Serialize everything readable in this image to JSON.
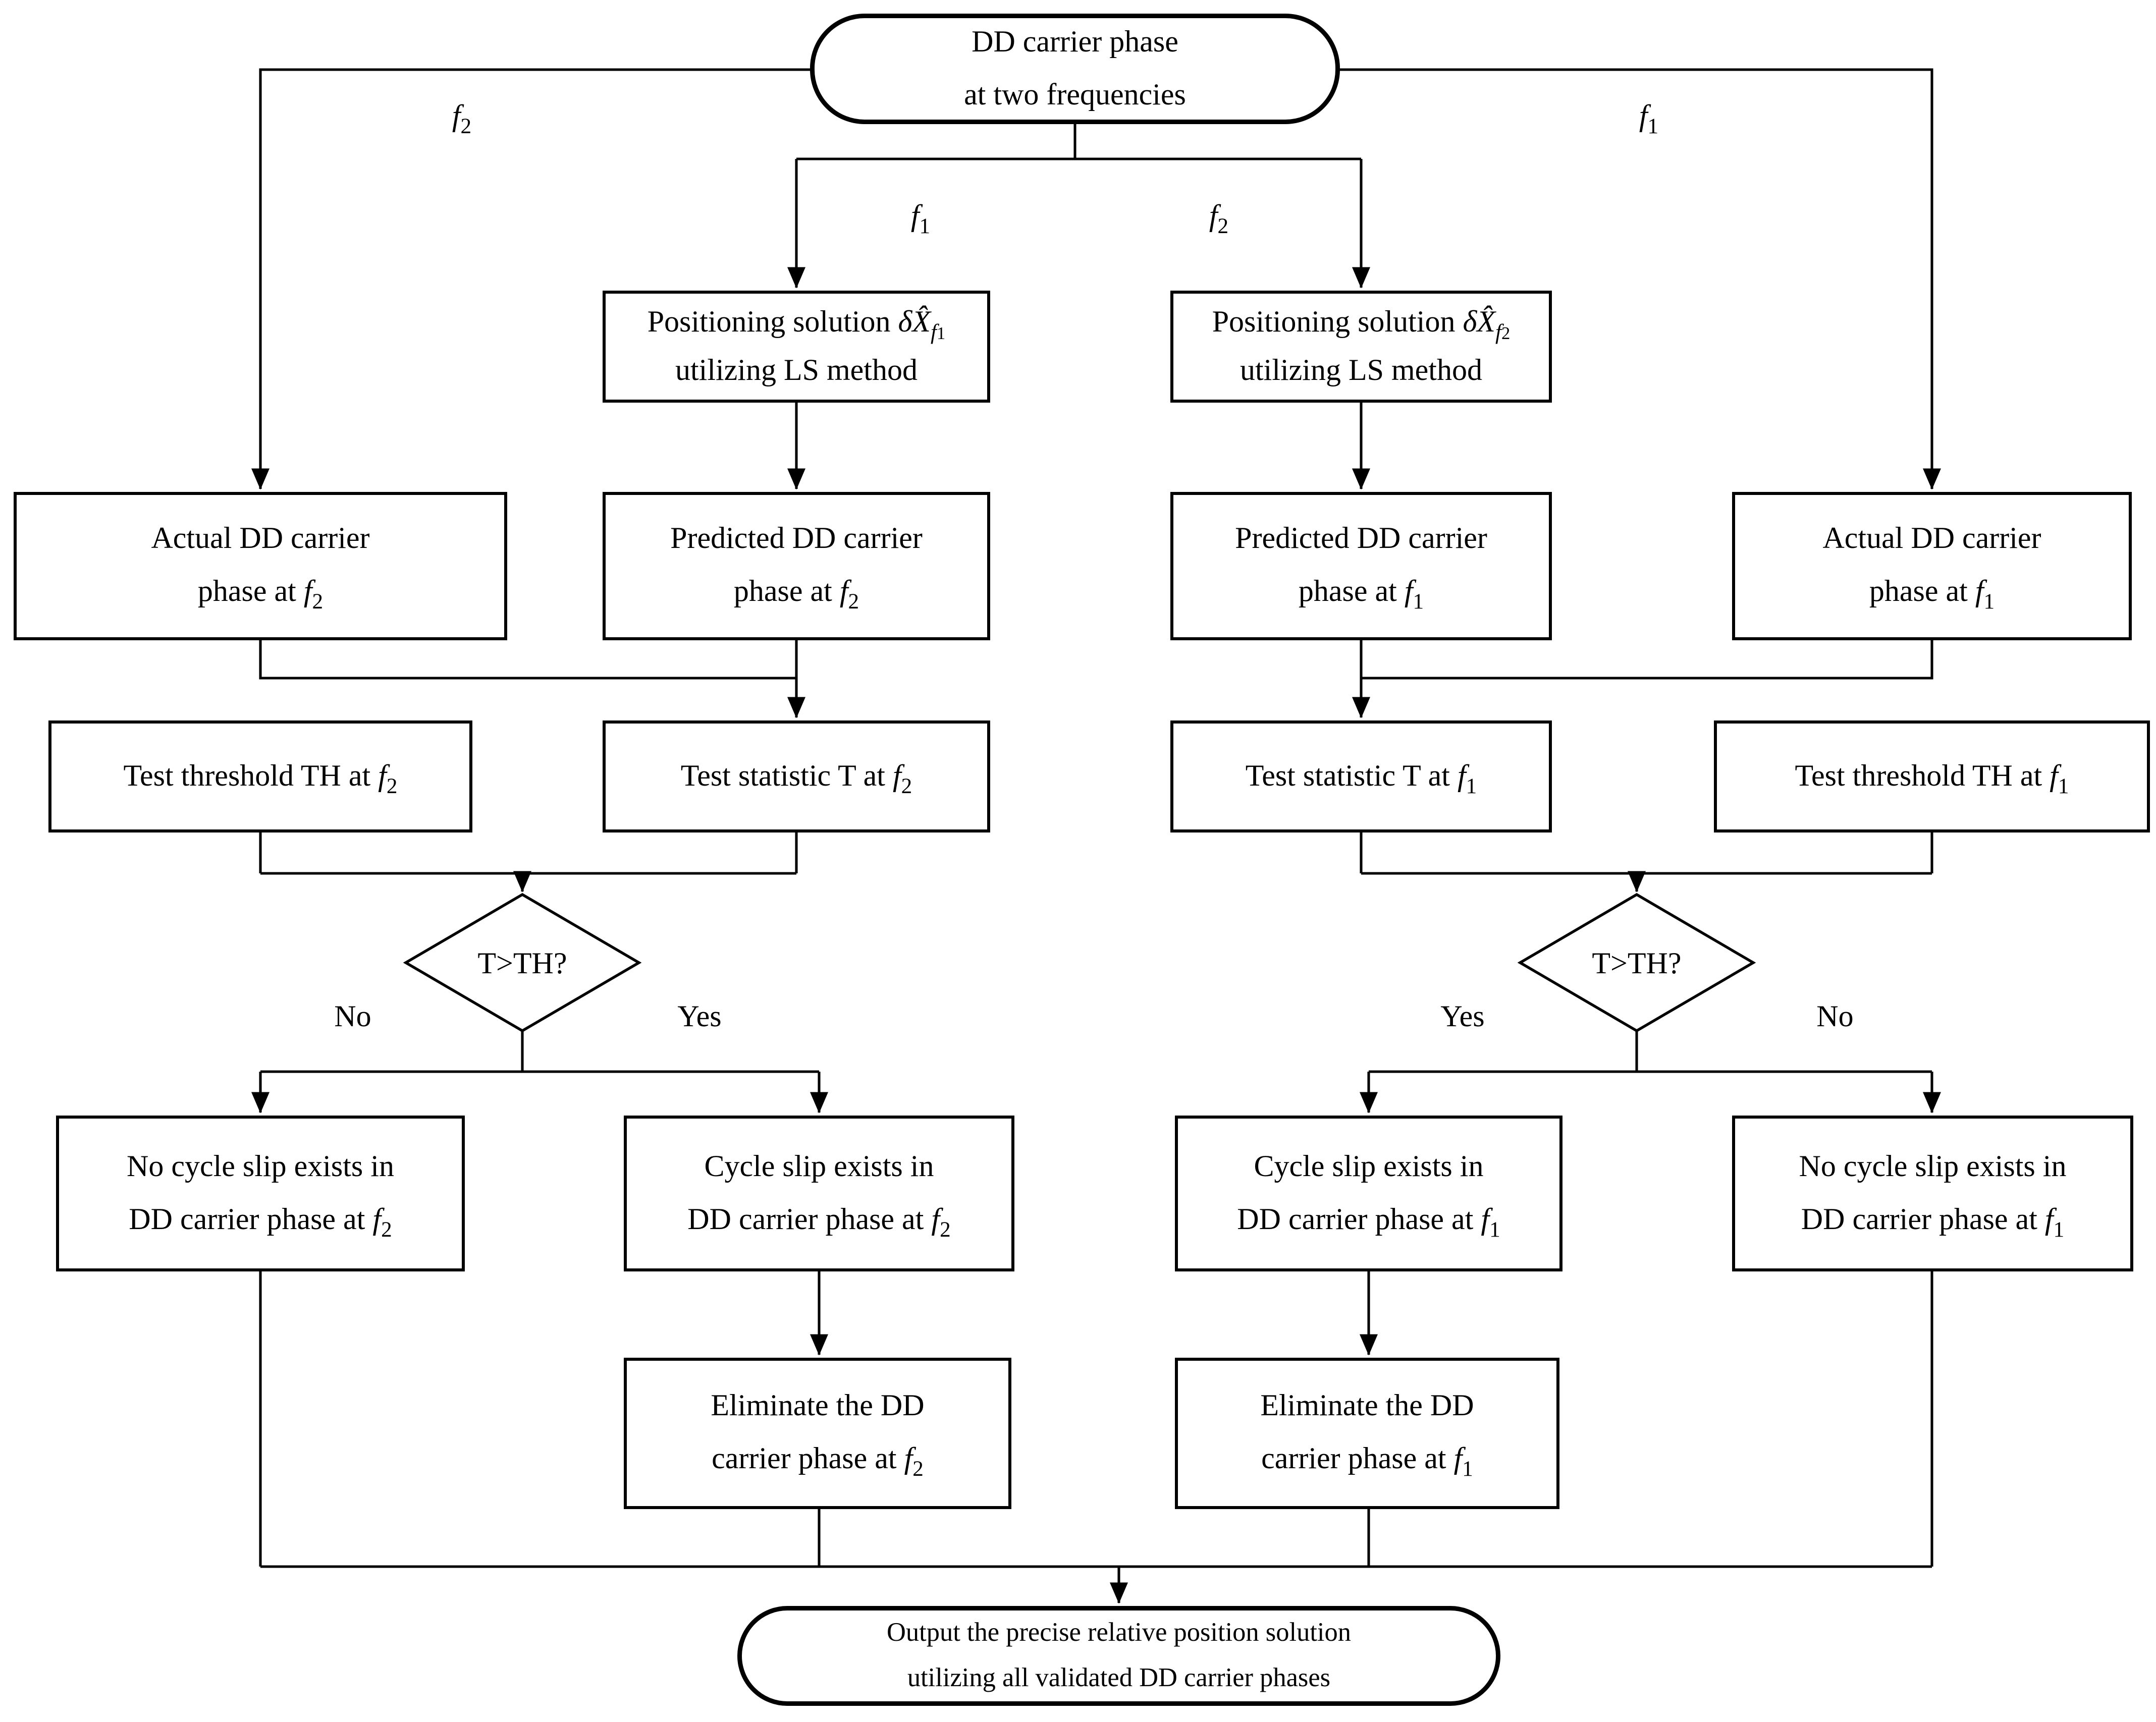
{
  "colors": {
    "line": "#000000",
    "background": "#ffffff",
    "node_fill": "#ffffff"
  },
  "nodes": {
    "start": {
      "line1": "DD carrier phase",
      "line2": "at two frequencies"
    },
    "pos_f1": {
      "line1": "Positioning solution",
      "formula": "δX̂",
      "sub_f": "f",
      "sub_n": "1",
      "line2": "utilizing LS method"
    },
    "pos_f2": {
      "line1": "Positioning solution",
      "formula": "δX̂",
      "sub_f": "f",
      "sub_n": "2",
      "line2": "utilizing LS method"
    },
    "actual_f2": {
      "line1": "Actual DD carrier",
      "line2": "phase at",
      "f": "f",
      "sub": "2"
    },
    "pred_f2": {
      "line1": "Predicted DD carrier",
      "line2": "phase at",
      "f": "f",
      "sub": "2"
    },
    "pred_f1": {
      "line1": "Predicted DD carrier",
      "line2": "phase at",
      "f": "f",
      "sub": "1"
    },
    "actual_f1": {
      "line1": "Actual DD carrier",
      "line2": "phase at",
      "f": "f",
      "sub": "1"
    },
    "th_f2": {
      "text": "Test threshold TH at",
      "f": "f",
      "sub": "2"
    },
    "t_f2": {
      "text": "Test statistic T at",
      "f": "f",
      "sub": "2"
    },
    "t_f1": {
      "text": "Test statistic T at",
      "f": "f",
      "sub": "1"
    },
    "th_f1": {
      "text": "Test threshold TH at",
      "f": "f",
      "sub": "1"
    },
    "decision_left": {
      "text": "T>TH?",
      "no": "No",
      "yes": "Yes"
    },
    "decision_right": {
      "text": "T>TH?",
      "yes": "Yes",
      "no": "No"
    },
    "no_slip_f2": {
      "line1": "No cycle slip exists in",
      "line2": "DD carrier phase at",
      "f": "f",
      "sub": "2"
    },
    "slip_f2": {
      "line1": "Cycle slip exists in",
      "line2": "DD carrier phase at",
      "f": "f",
      "sub": "2"
    },
    "slip_f1": {
      "line1": "Cycle slip exists in",
      "line2": "DD carrier phase at",
      "f": "f",
      "sub": "1"
    },
    "no_slip_f1": {
      "line1": "No cycle slip exists in",
      "line2": "DD carrier phase at",
      "f": "f",
      "sub": "1"
    },
    "elim_f2": {
      "line1": "Eliminate the DD",
      "line2": "carrier phase at",
      "f": "f",
      "sub": "2"
    },
    "elim_f1": {
      "line1": "Eliminate the DD",
      "line2": "carrier phase at",
      "f": "f",
      "sub": "1"
    },
    "output": {
      "line1": "Output the precise relative position solution",
      "line2": "utilizing all validated DD carrier phases"
    }
  },
  "edge_labels": {
    "top_left": {
      "f": "f",
      "sub": "2"
    },
    "top_right": {
      "f": "f",
      "sub": "1"
    },
    "mid_left": {
      "f": "f",
      "sub": "1"
    },
    "mid_right": {
      "f": "f",
      "sub": "2"
    }
  }
}
